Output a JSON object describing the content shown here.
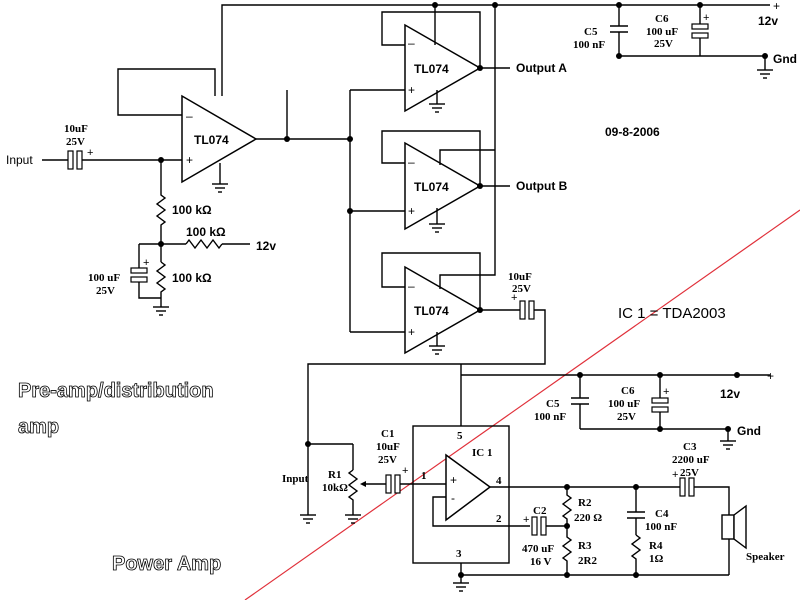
{
  "upper": {
    "opamp_label": "TL074",
    "input_label": "Input",
    "input_cap": {
      "value": "10uF",
      "voltage": "25V"
    },
    "bias_res_top": "100 kΩ",
    "bias_res_right": "100 kΩ",
    "bias_res_bottom": "100 kΩ",
    "bias_cap": {
      "value": "100 uF",
      "voltage": "25V"
    },
    "supply_12v": "12v",
    "output_a": "Output A",
    "output_b": "Output B",
    "out_cap": {
      "value": "10uF",
      "voltage": "25V"
    },
    "decoupling": {
      "c5_name": "C5",
      "c5_value": "100 nF",
      "c6_name": "C6",
      "c6_value": "100 uF",
      "c6_voltage": "25V",
      "rail": "12v",
      "gnd": "Gnd"
    },
    "date": "09-8-2006",
    "section_title": "Pre-amp/distribution amp"
  },
  "ic_note": "IC 1 = TDA2003",
  "lower": {
    "section_title": "Power Amp",
    "input_label": "Input",
    "r1_name": "R1",
    "r1_value": "10kΩ",
    "c1": {
      "name": "C1",
      "value": "10uF",
      "voltage": "25V"
    },
    "ic_label": "IC 1",
    "pins": {
      "p1": "1",
      "p2": "2",
      "p4": "4",
      "p5": "5",
      "p3": "3"
    },
    "c2": {
      "name": "C2",
      "value": "470 uF",
      "voltage": "16 V"
    },
    "r2": {
      "name": "R2",
      "value": "220 Ω"
    },
    "r3": {
      "name": "R3",
      "value": "2R2"
    },
    "c4": {
      "name": "C4",
      "value": "100 nF"
    },
    "r4": {
      "name": "R4",
      "value": "1Ω"
    },
    "c3": {
      "name": "C3",
      "value": "2200 uF",
      "voltage": "25V"
    },
    "speaker": "Speaker",
    "decoupling": {
      "c5_name": "C5",
      "c5_value": "100 nF",
      "c6_name": "C6",
      "c6_value": "100 uF",
      "c6_voltage": "25V",
      "rail": "12v",
      "gnd": "Gnd"
    }
  }
}
